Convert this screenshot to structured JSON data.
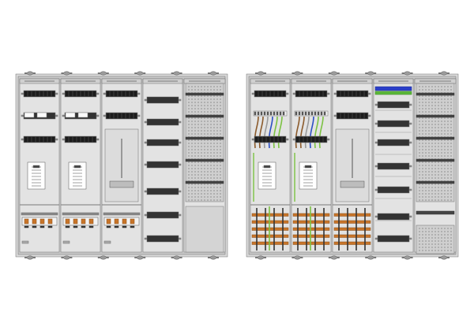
{
  "drawing": {
    "colors": {
      "background": "#ffffff",
      "housing": "#d9d9d9",
      "housing_inner": "#c8c8c8",
      "panel": "#e3e3e3",
      "rail": "#333333",
      "terminal": "#555555",
      "perforation": "#b0b0b0",
      "busbar_copper": "#c8752a",
      "wire_green_yellow": "#7cc242",
      "wire_blue": "#2b4fc4",
      "wire_brown": "#8b5a2b",
      "wire_grey": "#9a9a9a",
      "blue_block": "#2b3fc8",
      "green_block": "#5cb83a"
    },
    "views": [
      {
        "name": "front-view-closed",
        "columns": [
          "meter-field-1",
          "meter-field-2",
          "meter-field-3",
          "distribution-field",
          "mounting-plate-field"
        ]
      },
      {
        "name": "interior-view-wired",
        "columns": [
          "meter-field-1",
          "meter-field-2",
          "meter-field-3",
          "distribution-field",
          "mounting-plate-field"
        ]
      }
    ],
    "icons": [
      "hinge-icon",
      "meter-icon",
      "busbar-icon",
      "din-rail-icon",
      "perforated-plate-icon"
    ]
  }
}
